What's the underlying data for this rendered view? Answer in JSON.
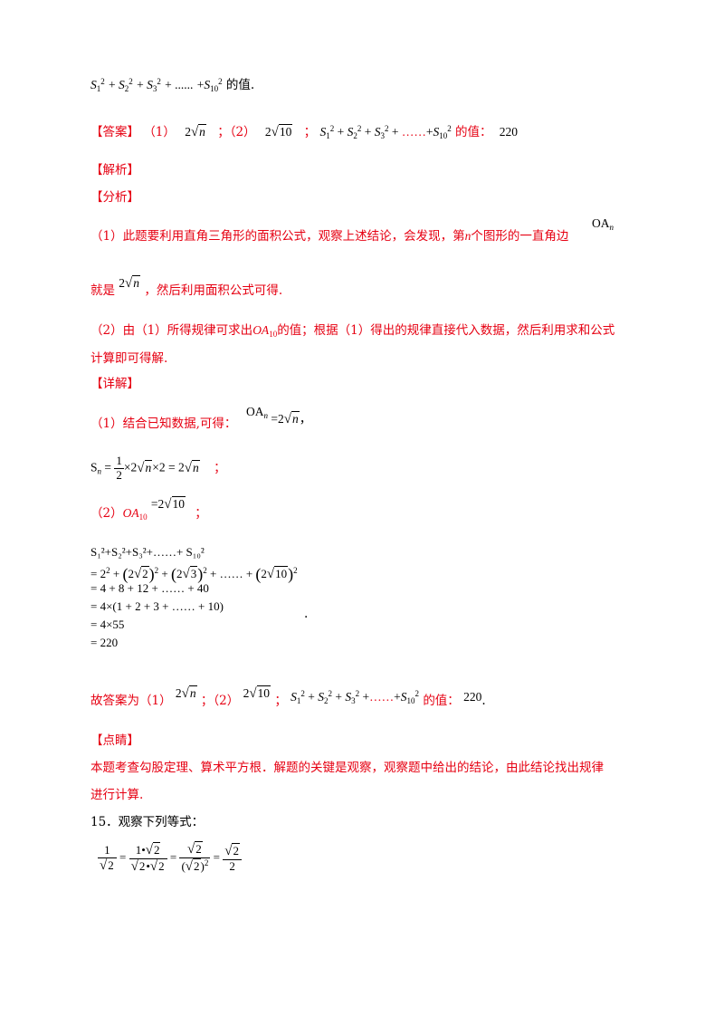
{
  "line1": {
    "tail": "的值."
  },
  "answer": {
    "head": "【答案】",
    "p1": "（1）",
    "n": "n",
    "two": "2",
    "sep": "；（2）",
    "ten": "10",
    "semi": "；",
    "tail": "的值：",
    "result": "220"
  },
  "jiexi": {
    "head": "【解析】"
  },
  "fenxi": {
    "head": "【分析】",
    "l1": "（1）此题要利用直角三角形的面积公式，观察上述结论，会发现，第",
    "l1_n": "n",
    "l1_b": "个图形的一直角边",
    "oa": "OA",
    "oa_n": "n",
    "l2_a": "就是",
    "l2_b": "，然后利用面积公式可得.",
    "l3_a": "（2）由（1）所得规律可求出",
    "l3_oa": "OA",
    "l3_sub": "10",
    "l3_b": "的值；根据（1）得出的规律直接代入数据，然后利用求和公式",
    "l4": "计算即可得解."
  },
  "xiangjie": {
    "head": "【详解】",
    "l1": "（1）结合已知数据,可得：",
    "l1_oa": "OA",
    "l1_n": "n",
    "l1_eq": "=",
    "comma": "，",
    "s": "S",
    "sn": "n",
    "half_num": "1",
    "half_den": "2",
    "semi": "；",
    "l3_a": "（2）",
    "l3_oa": "OA",
    "l3_sub": "10",
    "l3_eq": "="
  },
  "calc": {
    "r1": "S₁²+S₂²+S₃²+……+ S₁₀²",
    "r2_a": "= 2² + (2√2)² + (2√3)² + …… + (2√10)²",
    "r3": "= 4 + 8 + 12 + …… + 40",
    "r4": "= 4×(1 + 2 + 3 + …… + 10)",
    "r5": "= 4×55",
    "r6": "= 220",
    "dot": "."
  },
  "final": {
    "a": "故答案为（1）",
    "b": "；（2）",
    "c": "；",
    "d": "的值：",
    "result": "220",
    "end": "."
  },
  "dianjing": {
    "head": "【点睛】",
    "l1": "本题考查勾股定理、算术平方根．解题的关键是观察，观察题中给出的结论，由此结论找出规律",
    "l2": "进行计算."
  },
  "q15": {
    "title": "15．观察下列等式：",
    "one": "1",
    "bullet": "•",
    "two": "2",
    "eq": "="
  }
}
